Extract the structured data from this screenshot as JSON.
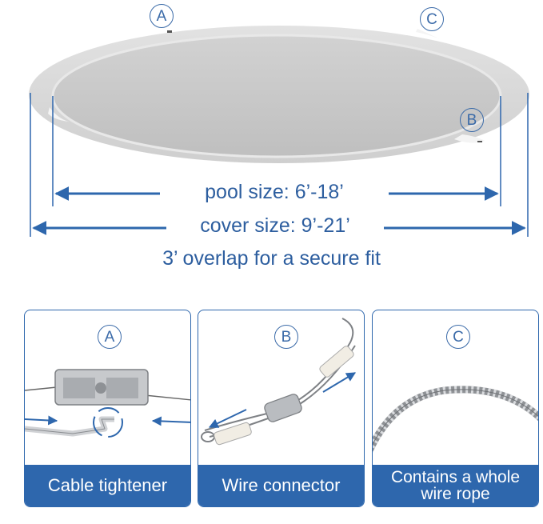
{
  "labels": {
    "marker_a": "A",
    "marker_b": "B",
    "marker_c": "C"
  },
  "dimensions": {
    "pool_size": "pool size: 6’-18’",
    "cover_size": "cover size: 9’-21’",
    "overlap_note": "3’ overlap for a secure fit"
  },
  "panels": [
    {
      "letter": "A",
      "caption": "Cable tightener"
    },
    {
      "letter": "B",
      "caption": "Wire connector"
    },
    {
      "letter": "C",
      "caption": "Contains a whole wire rope"
    }
  ],
  "colors": {
    "accent": "#2e67ad",
    "text_blue": "#2d5e9f",
    "cover_gray": "#d6d6d6",
    "pool_gray": "#c8c8c8"
  }
}
